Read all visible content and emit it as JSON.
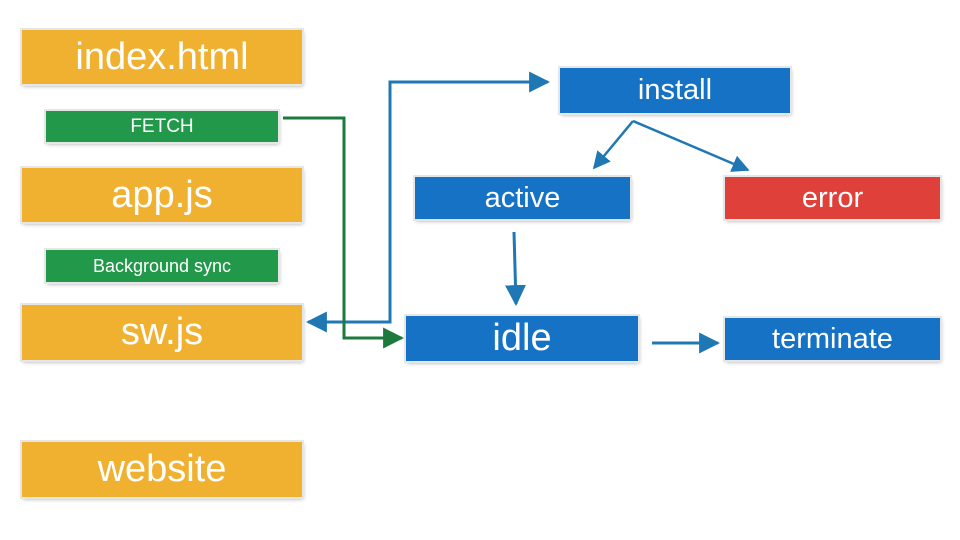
{
  "files": {
    "index_html": "index.html",
    "fetch": "FETCH",
    "app_js": "app.js",
    "background_sync": "Background sync",
    "sw_js": "sw.js",
    "website": "website"
  },
  "lifecycle": {
    "install": "install",
    "active": "active",
    "error": "error",
    "idle": "idle",
    "terminate": "terminate"
  },
  "colors": {
    "file_box": "#f0b030",
    "event_box": "#22984a",
    "state_box": "#1572c4",
    "error_box": "#e0403a",
    "blue_arrow": "#1f78b4",
    "green_arrow": "#1e7a3c"
  }
}
